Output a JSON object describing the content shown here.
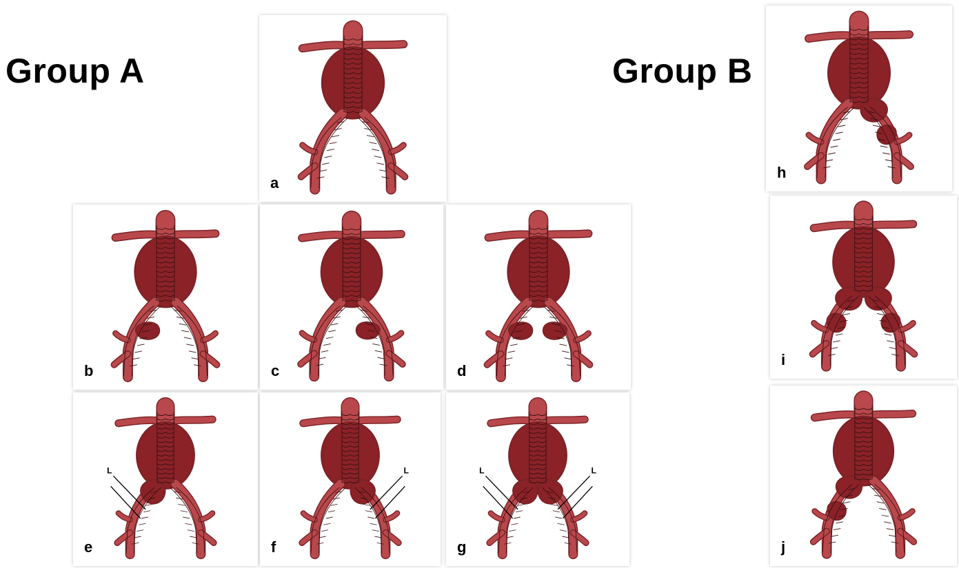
{
  "groups": {
    "a": {
      "title": "Group A"
    },
    "b": {
      "title": "Group B"
    }
  },
  "colors": {
    "vessel": "#b8484c",
    "vessel_edge": "#7a2226",
    "sac": "#8a2228",
    "stent_line": "#3a1012",
    "panel_bg": "#ffffff"
  },
  "panels": [
    {
      "id": "a",
      "label": "a",
      "group": "A",
      "sacs": []
    },
    {
      "id": "b",
      "label": "b",
      "group": "A",
      "sacs": [
        "left-iliac-distal"
      ]
    },
    {
      "id": "c",
      "label": "c",
      "group": "A",
      "sacs": [
        "right-iliac-distal"
      ]
    },
    {
      "id": "d",
      "label": "d",
      "group": "A",
      "sacs": [
        "left-iliac-distal",
        "right-iliac-distal"
      ]
    },
    {
      "id": "e",
      "label": "e",
      "group": "A",
      "sacs": [
        "left-iliac-proximal"
      ],
      "length_marks": [
        "left"
      ]
    },
    {
      "id": "f",
      "label": "f",
      "group": "A",
      "sacs": [
        "right-iliac-proximal"
      ],
      "length_marks": [
        "right"
      ]
    },
    {
      "id": "g",
      "label": "g",
      "group": "A",
      "sacs": [
        "left-iliac-proximal",
        "right-iliac-proximal"
      ],
      "length_marks": [
        "left",
        "right"
      ]
    },
    {
      "id": "h",
      "label": "h",
      "group": "B",
      "sacs": [
        "right-iliac-extended"
      ]
    },
    {
      "id": "i",
      "label": "i",
      "group": "B",
      "sacs": [
        "left-iliac-extended",
        "right-iliac-extended"
      ]
    },
    {
      "id": "j",
      "label": "j",
      "group": "B",
      "sacs": [
        "left-iliac-extended"
      ]
    }
  ],
  "length_mark_label": "L"
}
